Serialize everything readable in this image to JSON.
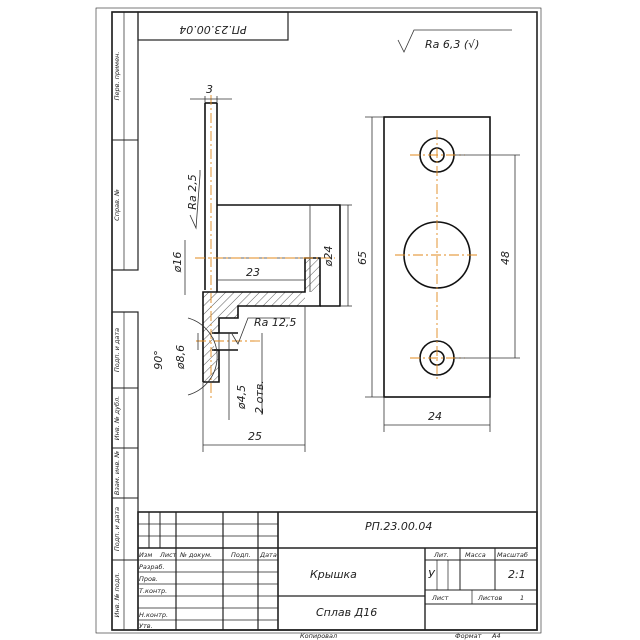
{
  "stamp_top": "РП.23.00.04",
  "roughness_general": "Ra 6,3 (√)",
  "roughness_face": "Ra 2,5",
  "roughness_hole": "Ra 12,5",
  "dims": {
    "wall": "3",
    "dia16": "ø16",
    "len23": "23",
    "dia24": "ø24",
    "height65": "65",
    "dia86": "ø8,6",
    "angle90": "90°",
    "dia45": "ø4,5",
    "holes": "2 отв.",
    "len25": "25",
    "spacing48": "48",
    "width24": "24"
  },
  "side_labels": {
    "perv_primen": "Перв. примен.",
    "sprav": "Справ. №",
    "podp_data_1": "Подп. и дата",
    "inv_dubl": "Инв. № дубл.",
    "vzam_inv": "Взам. инв. №",
    "podp_data_2": "Подп. и дата",
    "inv_podl": "Инв. № подл."
  },
  "title_block": {
    "doc_code": "РП.23.00.04",
    "name": "Крышка",
    "material": "Сплав Д16",
    "headers": {
      "izm": "Изм",
      "list": "Лист",
      "ndok": "№ докум.",
      "podp": "Подп.",
      "data": "Дата"
    },
    "roles": {
      "razrab": "Разраб.",
      "prov": "Пров.",
      "tkontr": "Т.контр.",
      "nkontr": "Н.контр.",
      "utv": "Утв."
    },
    "lit_label": "Лит.",
    "mass_label": "Масса",
    "scale_label": "Масштаб",
    "lit_value": "У",
    "scale_value": "2:1",
    "sheet_label": "Лист",
    "sheets_label": "Листов",
    "sheets_value": "1"
  },
  "footer": {
    "copied": "Копировал",
    "format": "Формат",
    "format_value": "А4"
  }
}
